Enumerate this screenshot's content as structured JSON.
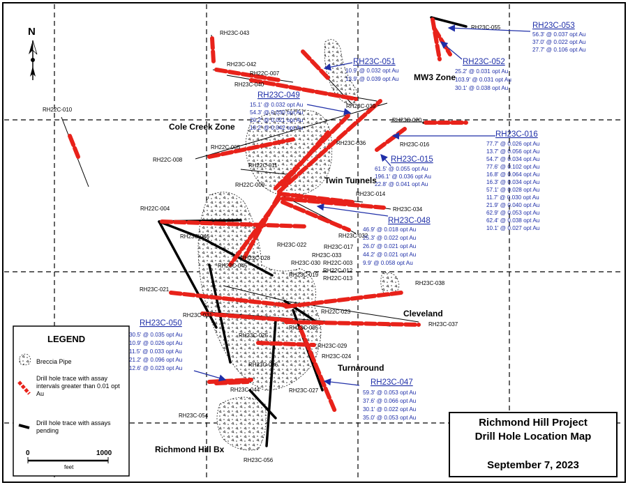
{
  "title_box": {
    "line1": "Richmond Hill Project",
    "line2": "Drill Hole Location Map",
    "date": "September 7, 2023"
  },
  "north": "N",
  "legend": {
    "title": "LEGEND",
    "breccia": "Breccia Pipe",
    "trace_assay": "Drill hole trace with assay intervals greater than 0.01 opt Au",
    "trace_pending": "Drill hole trace with assays pending"
  },
  "scale": {
    "min": "0",
    "max": "1000",
    "unit": "feet"
  },
  "zones": [
    {
      "id": "cole-creek-zone",
      "text": "Cole Creek Zone"
    },
    {
      "id": "mw3-zone",
      "text": "MW3 Zone"
    },
    {
      "id": "twin-tunnels",
      "text": "Twin Tunnels"
    },
    {
      "id": "cleveland",
      "text": "Cleveland"
    },
    {
      "id": "turnaround",
      "text": "Turnaround"
    },
    {
      "id": "richmond-hill-bx",
      "text": "Richmond Hill Bx"
    }
  ],
  "holes": [
    "RH23C-043",
    "RH23C-042",
    "RH22C-007",
    "RH23C-040",
    "RH22C-010",
    "RH22C-005",
    "RH22C-008",
    "RH22C-011",
    "RH22C-009",
    "RH23C-039",
    "RH23C-036",
    "RH23C-055",
    "RH23C-020",
    "RH23C-016",
    "RH23C-014",
    "RH23C-034",
    "RH22C-004",
    "RH23C-046",
    "RH23C-032",
    "RH23C-022",
    "RH23C-017",
    "RH23C-033",
    "RH23C-028",
    "RH22C-003",
    "RH23C-045",
    "RH23C-030",
    "RH22C-012",
    "RH23C-019",
    "RH22C-013",
    "RH23C-038",
    "RH23C-021",
    "RH22C-023",
    "RH23C-031",
    "RH23C-035",
    "RH23C-037",
    "RH23C-025",
    "RH23C-029",
    "RH23C-024",
    "RH23C-026",
    "RH23C-044",
    "RH23C-027",
    "RH23C-054",
    "RH23C-056"
  ],
  "callouts": [
    {
      "hole": "RH23C-053",
      "lines": [
        "56.3' @ 0.037 opt Au",
        "37.0' @ 0.022 opt Au",
        "27.7' @ 0.106 opt Au"
      ]
    },
    {
      "hole": "RH23C-051",
      "lines": [
        "10.9' @ 0.032 opt Au",
        "13.9' @ 0.039 opt Au"
      ]
    },
    {
      "hole": "RH23C-052",
      "lines": [
        "25.2' @ 0.031 opt Au",
        "103.9' @ 0.031 opt Au",
        "30.1' @ 0.038 opt Au"
      ]
    },
    {
      "hole": "RH23C-049",
      "lines": [
        "15.1' @ 0.032 opt Au",
        "54.3' @ 0.030 opt Au",
        "20.2' @ 0.021 opt Au",
        "10.2' @ 0.042 opt Au"
      ]
    },
    {
      "hole": "RH23C-016",
      "lines": [
        "77.7' @ 0.026 opt Au",
        "13.7' @ 0.056 opt Au",
        "54.7' @ 0.034 opt Au",
        "77.6' @ 0.102 opt Au",
        "16.8' @ 0.064 opt Au",
        "16.3' @ 0.034 opt Au",
        "57.1' @ 0.028 opt Au",
        "11.7' @ 0.030 opt Au",
        "21.9' @ 0.040 opt Au",
        "62.9' @ 0.053 opt Au",
        "62.4' @ 0.038 opt Au",
        "10.1' @ 0.027 opt Au"
      ]
    },
    {
      "hole": "RH23C-015",
      "lines": [
        "61.5' @ 0.055 opt Au",
        "196.1' @ 0.036 opt Au",
        "22.8' @ 0.041 opt Au"
      ]
    },
    {
      "hole": "RH23C-048",
      "lines": [
        "46.9' @ 0.018 opt Au",
        "25.3' @ 0.022 opt Au",
        "26.0' @ 0.021 opt Au",
        "44.2' @ 0.021 opt Au",
        "9.9' @ 0.058 opt Au"
      ]
    },
    {
      "hole": "RH23C-050",
      "lines": [
        "30.5' @ 0.035 opt Au",
        "10.9' @ 0.026 opt Au",
        "11.5' @ 0.033 opt Au",
        "21.2' @ 0.096 opt Au",
        "12.6' @ 0.023 opt Au"
      ]
    },
    {
      "hole": "RH23C-047",
      "lines": [
        "59.3' @ 0.053 opt Au",
        "37.6' @ 0.066 opt Au",
        "30.1' @ 0.022 opt Au",
        "35.0' @ 0.053 opt Au"
      ]
    }
  ],
  "colors": {
    "assay": "#e8221a",
    "pending": "#000000",
    "callout": "#1f2fa8",
    "grid": "#000000"
  }
}
